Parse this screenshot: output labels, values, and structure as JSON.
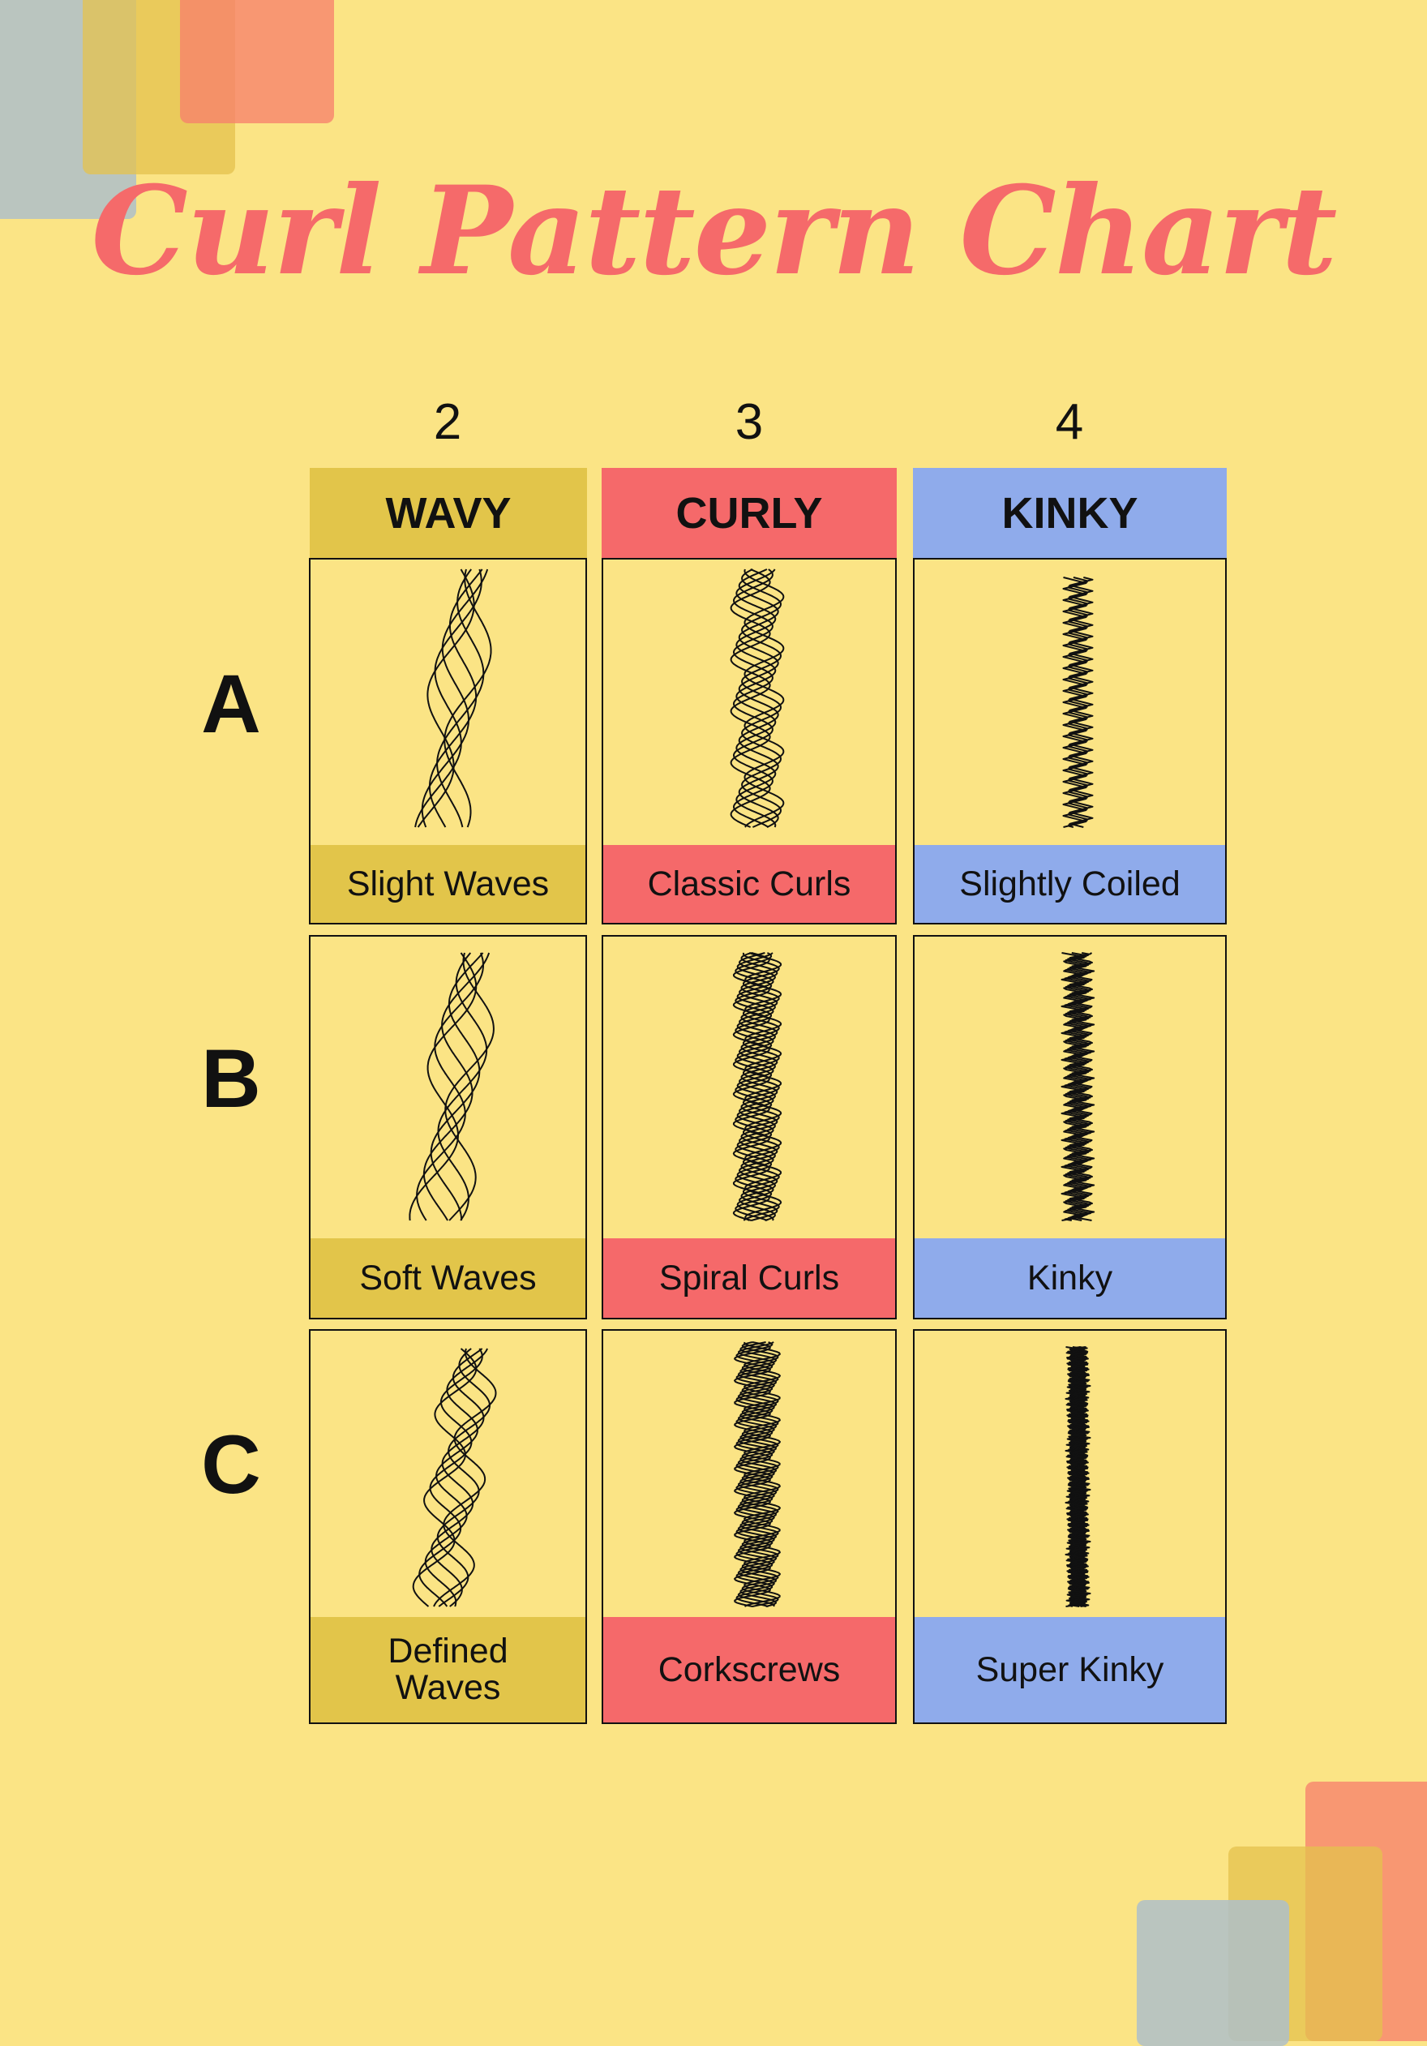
{
  "title": "Curl Pattern Chart",
  "colors": {
    "background": "#fbe485",
    "title": "#f56a6a",
    "wavy": "#e2c54a",
    "curly": "#f5696a",
    "kinky": "#8fabeb",
    "deco_gray": "#b6c2c9",
    "deco_yellow": "#e9ce5c",
    "deco_orange": "#f78a6e"
  },
  "columns": [
    {
      "number": "2",
      "label": "WAVY",
      "color_key": "wavy"
    },
    {
      "number": "3",
      "label": "CURLY",
      "color_key": "curly"
    },
    {
      "number": "4",
      "label": "KINKY",
      "color_key": "kinky"
    }
  ],
  "rows": [
    {
      "label": "A",
      "captions": [
        "Slight Waves",
        "Classic Curls",
        "Slightly Coiled"
      ]
    },
    {
      "label": "B",
      "captions": [
        "Soft Waves",
        "Spiral Curls",
        "Kinky"
      ]
    },
    {
      "label": "C",
      "captions": [
        "Defined Waves",
        "Corkscrews",
        "Super Kinky"
      ]
    }
  ],
  "icons": {
    "hair_strand": "hair-strand-icon"
  }
}
